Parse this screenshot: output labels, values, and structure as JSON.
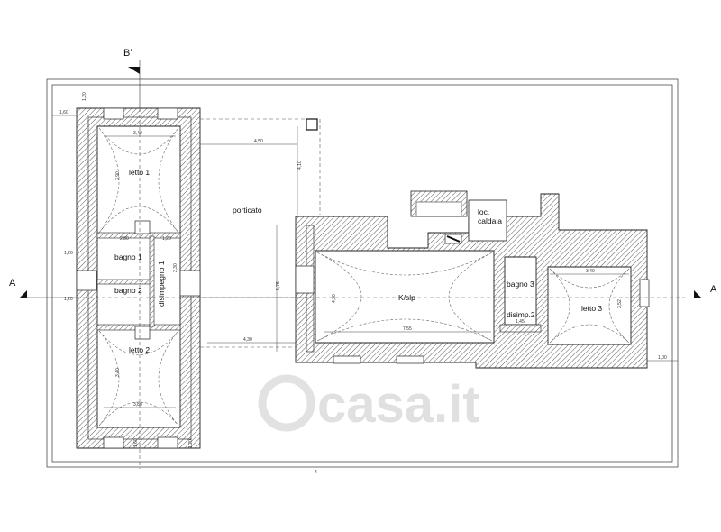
{
  "sections": {
    "top": "B'",
    "left": "A",
    "right": "A",
    "bottom": "4"
  },
  "rooms": {
    "letto1": "letto 1",
    "bagno1": "bagno 1",
    "bagno2": "bagno 2",
    "disimpegno1": "disimpegno 1",
    "letto2": "letto 2",
    "porticato": "porticato",
    "kslp": "K/slp",
    "loc": "loc.",
    "caldaia": "caldaia",
    "bagno3": "bagno 3",
    "disimp2": "disimp.2",
    "letto3": "letto 3"
  },
  "dims": {
    "d1": "1,60",
    "d2": "1,20",
    "d3": "3,40",
    "d4": "3,90",
    "d5": "1,20",
    "d6": "2,80",
    "d7": "1,20",
    "d8": "1,20",
    "d9": "3,40",
    "d10": "3,80",
    "d11": "1,60",
    "d12": "1,20",
    "d13": "4,50",
    "d14": "4,10",
    "d15": "5,75",
    "d16": "4,30",
    "d17": "7,55",
    "d18": "3,40",
    "d19": "1,45",
    "d20": "3,52",
    "d21": "1,00",
    "d22": "4,30",
    "d23": "2,30"
  },
  "watermark": "casa.it"
}
